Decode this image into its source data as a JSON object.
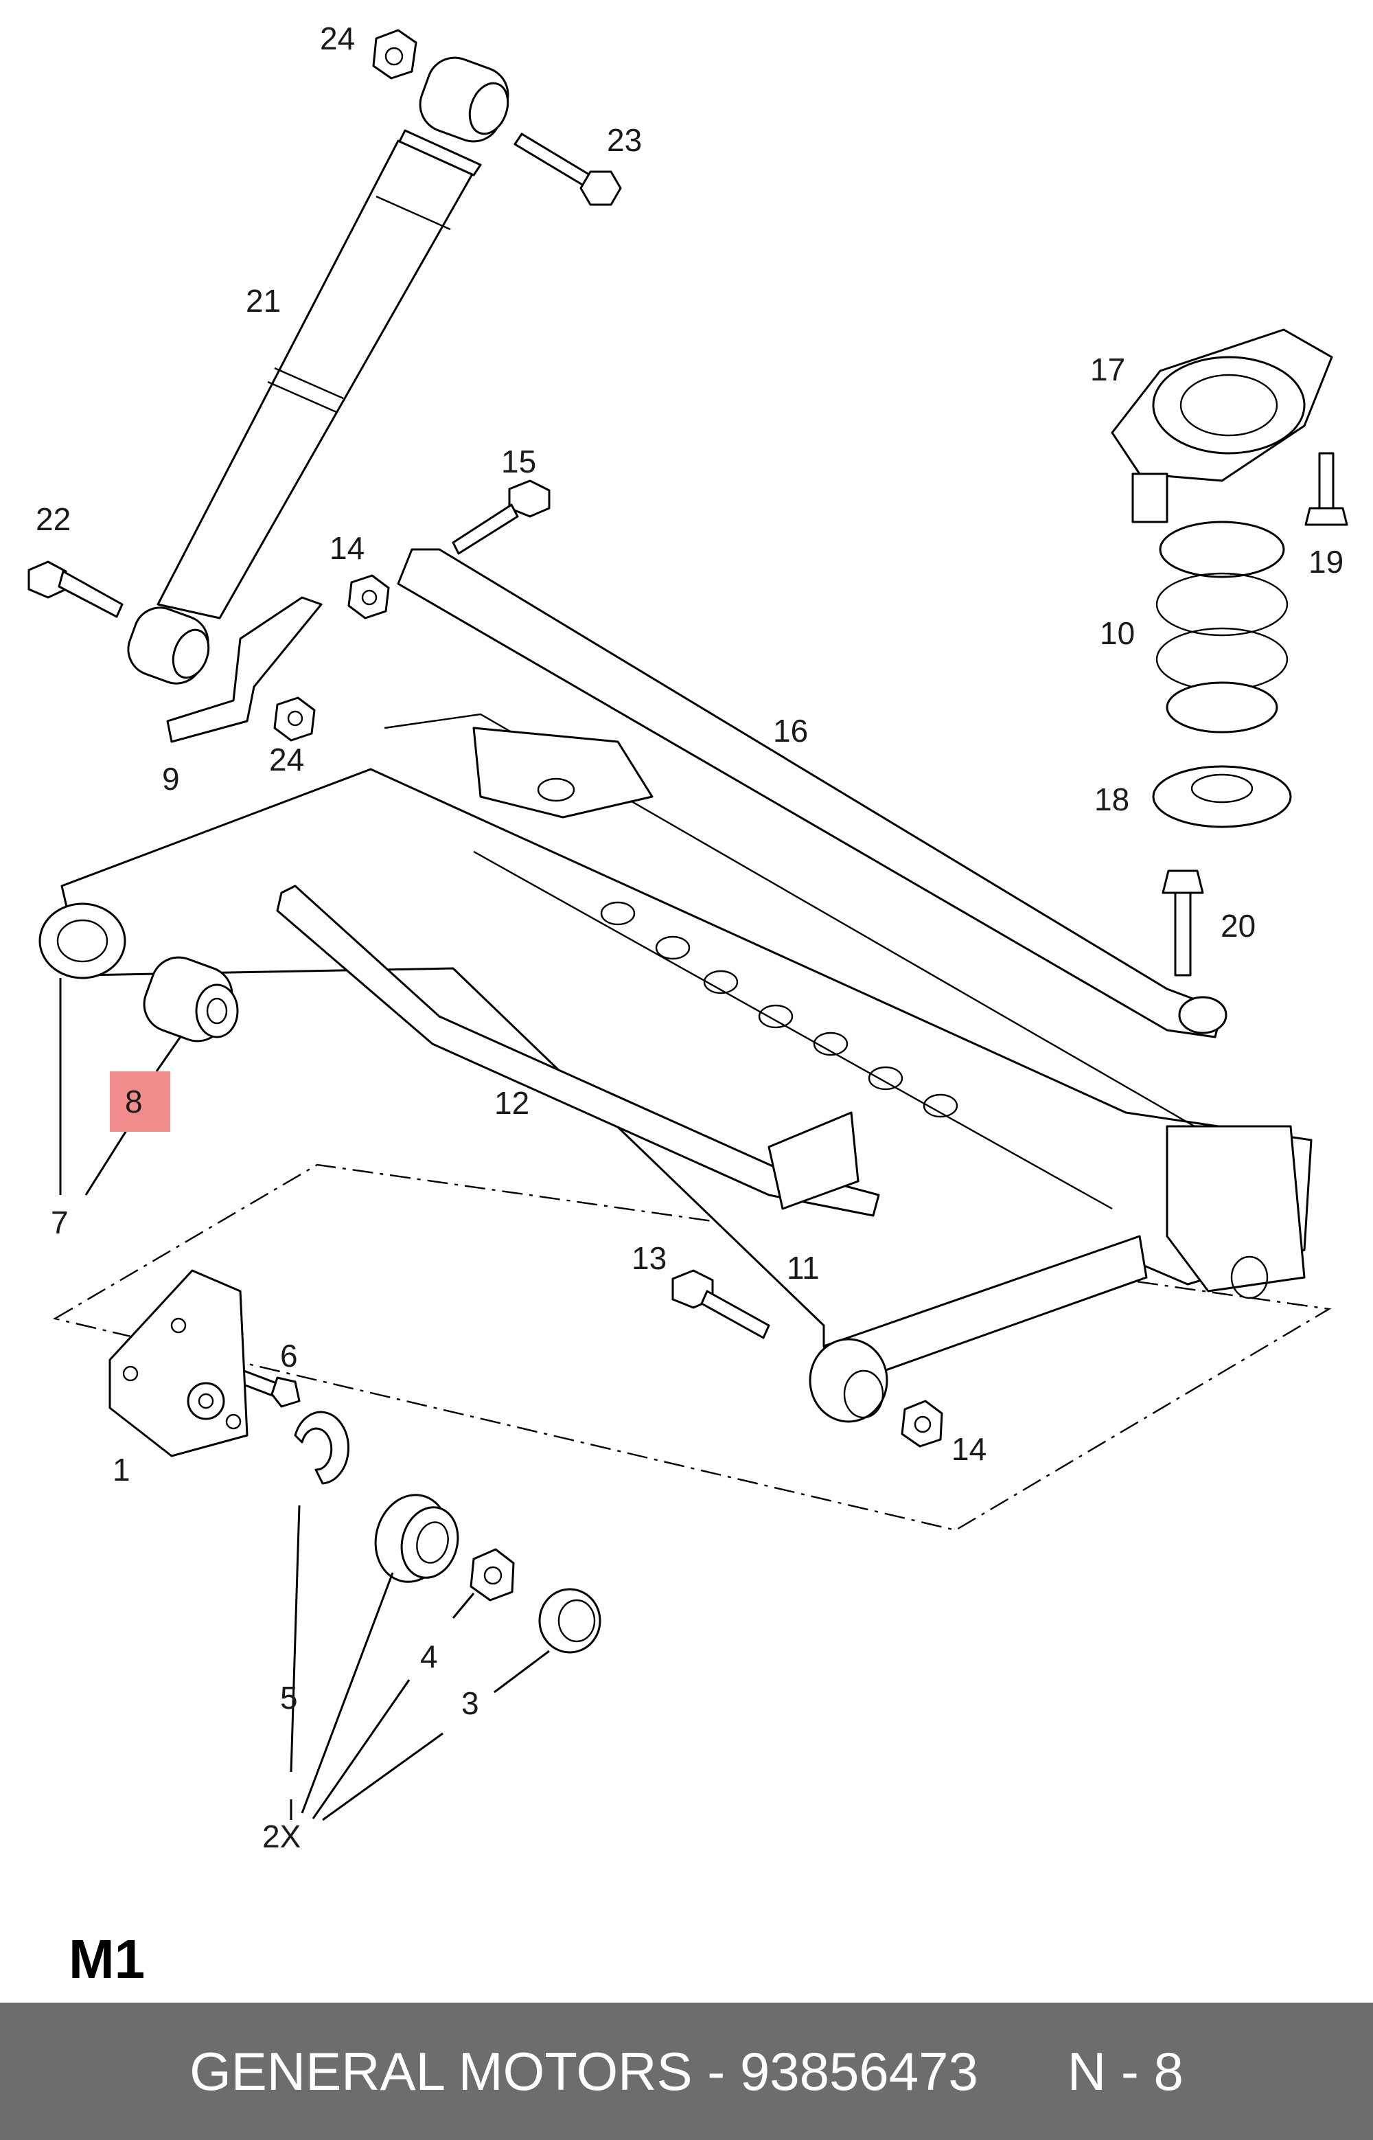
{
  "callouts": [
    {
      "id": "24a",
      "text": "24"
    },
    {
      "id": "23",
      "text": "23"
    },
    {
      "id": "21",
      "text": "21"
    },
    {
      "id": "17",
      "text": "17"
    },
    {
      "id": "15",
      "text": "15"
    },
    {
      "id": "22",
      "text": "22"
    },
    {
      "id": "14a",
      "text": "14"
    },
    {
      "id": "19",
      "text": "19"
    },
    {
      "id": "10",
      "text": "10"
    },
    {
      "id": "16",
      "text": "16"
    },
    {
      "id": "24b",
      "text": "24"
    },
    {
      "id": "9",
      "text": "9"
    },
    {
      "id": "18",
      "text": "18"
    },
    {
      "id": "20",
      "text": "20"
    },
    {
      "id": "8",
      "text": "8"
    },
    {
      "id": "12",
      "text": "12"
    },
    {
      "id": "7",
      "text": "7"
    },
    {
      "id": "13",
      "text": "13"
    },
    {
      "id": "11",
      "text": "11"
    },
    {
      "id": "6",
      "text": "6"
    },
    {
      "id": "1",
      "text": "1"
    },
    {
      "id": "14b",
      "text": "14"
    },
    {
      "id": "4",
      "text": "4"
    },
    {
      "id": "5",
      "text": "5"
    },
    {
      "id": "3",
      "text": "3"
    },
    {
      "id": "2x",
      "text": "2X"
    }
  ],
  "highlight": {
    "callout": "8",
    "color": "#f08c8c"
  },
  "section_label": "M1",
  "footer": {
    "text": "GENERAL MOTORS - 93856473      N - 8",
    "background": "#6d6d6d"
  }
}
